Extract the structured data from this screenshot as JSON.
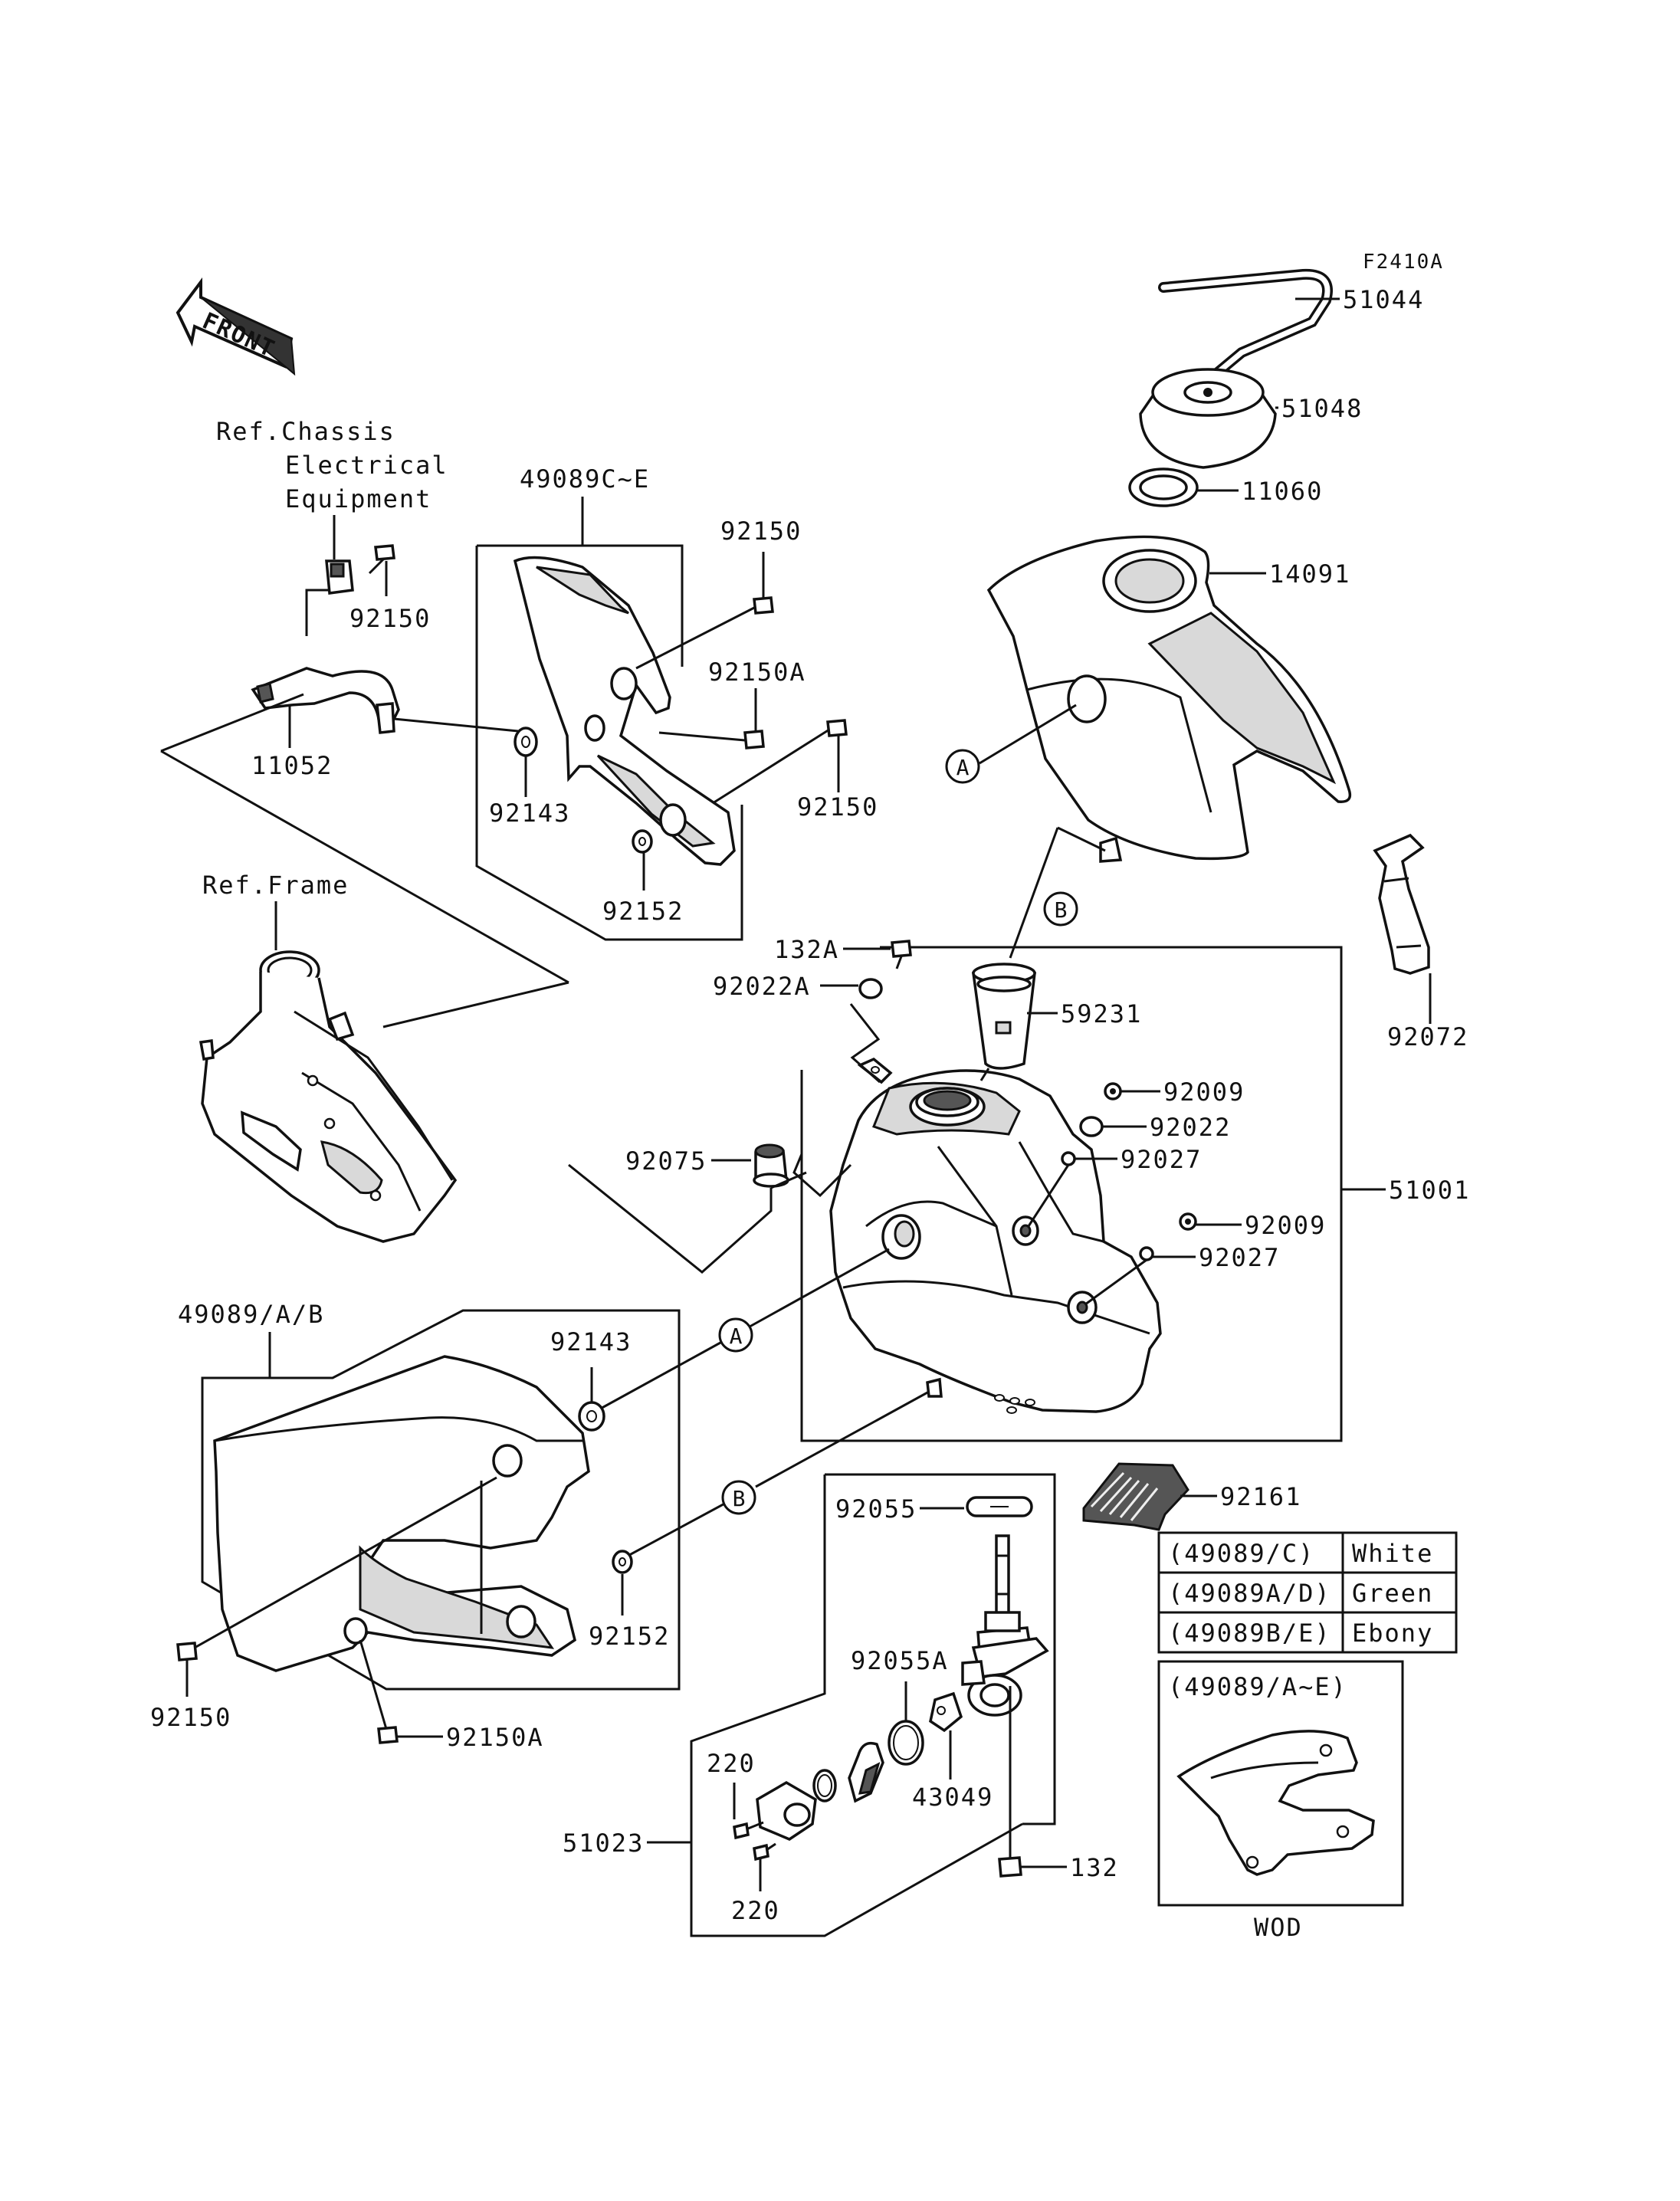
{
  "diagram_code": "F2410A",
  "front_marker": "FRONT",
  "references": {
    "chassis_line1": "Ref.Chassis",
    "chassis_line2": "Electrical",
    "chassis_line3": "Equipment",
    "frame": "Ref.Frame"
  },
  "callouts": {
    "A": "A",
    "B": "B"
  },
  "labels": {
    "p51044": "51044",
    "p51048": "51048",
    "p11060": "11060",
    "p14091": "14091",
    "p92072": "92072",
    "p49089ce": "49089C~E",
    "p92150_top_left": "92150",
    "p92150_upper": "92150",
    "p92150a_upper": "92150A",
    "p92150_right": "92150",
    "p11052": "11052",
    "p92143_upper": "92143",
    "p92152_upper": "92152",
    "p132a": "132A",
    "p92022a": "92022A",
    "p59231": "59231",
    "p92009_a": "92009",
    "p92022": "92022",
    "p92027_a": "92027",
    "p92075": "92075",
    "p51001": "51001",
    "p92009_b": "92009",
    "p92027_b": "92027",
    "p49089ab": "49089/A/B",
    "p92143_lower": "92143",
    "p92152_lower": "92152",
    "p92150_lower": "92150",
    "p92150a_lower": "92150A",
    "p92055": "92055",
    "p92161": "92161",
    "p92055a": "92055A",
    "p43049": "43049",
    "p220_a": "220",
    "p220_b": "220",
    "p51023": "51023",
    "p132": "132"
  },
  "color_table": {
    "rows": [
      {
        "code": "(49089/C)",
        "color": "White"
      },
      {
        "code": "(49089A/D)",
        "color": "Green"
      },
      {
        "code": "(49089B/E)",
        "color": "Ebony"
      }
    ]
  },
  "inset": {
    "title": "(49089/A~E)",
    "caption": "WOD"
  }
}
